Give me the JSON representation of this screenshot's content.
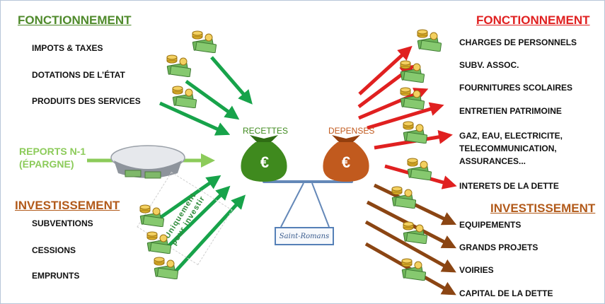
{
  "left": {
    "fonctionnement_title": "FONCTIONNEMENT",
    "fonctionnement_items": [
      "IMPOTS & TAXES",
      "DOTATIONS DE L’ÉTAT",
      "PRODUITS DES SERVICES"
    ],
    "reports_line1": "REPORTS N-1",
    "reports_line2": "(ÉPARGNE)",
    "investissement_title": "INVESTISSEMENT",
    "investissement_items": [
      "SUBVENTIONS",
      "CESSIONS",
      "EMPRUNTS"
    ],
    "stamp_lines": [
      "Uniquement",
      "pour investir"
    ]
  },
  "center": {
    "recettes": "RECETTES",
    "depenses": "DEPENSES",
    "euro_symbol": "€",
    "plate_label": "Saint-Romans"
  },
  "right": {
    "fonctionnement_title": "FONCTIONNEMENT",
    "fonctionnement_items": [
      "CHARGES DE PERSONNELS",
      "SUBV. ASSOC.",
      "FOURNITURES SCOLAIRES",
      "ENTRETIEN PATRIMOINE",
      "GAZ, EAU, ELECTRICITE,",
      "TELECOMMUNICATION,",
      "ASSURANCES...",
      "INTERETS DE LA DETTE"
    ],
    "investissement_title": "INVESTISSEMENT",
    "investissement_items": [
      "EQUIPEMENTS",
      "GRANDS PROJETS",
      "VOIRIES",
      "CAPITAL DE LA DETTE"
    ]
  },
  "colors": {
    "green": "#4f8a2b",
    "light_green": "#8ccb5a",
    "arrow_green": "#17a34a",
    "red": "#e02020",
    "brown": "#8b4513",
    "orange": "#b25a1a",
    "bag_green": "#3f8a1e",
    "bag_orange": "#c15a1e"
  },
  "icons": [
    "money-stack-icon",
    "money-bag-icon",
    "piggy-bank-icon",
    "balance-scale-icon"
  ]
}
